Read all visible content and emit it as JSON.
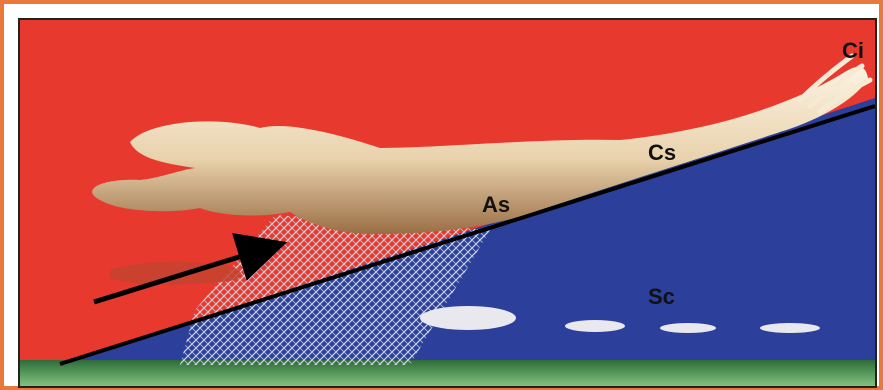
{
  "colors": {
    "warm_air": "#e8392e",
    "cold_air": "#2c3f9a",
    "ground": "#3a7a3a",
    "frame_border": "#e8793a",
    "front_line": "#000000",
    "cloud": "#f2e6cf",
    "cloud_shadow": "#8a6a4a"
  },
  "labels": {
    "ci": "Ci",
    "cs": "Cs",
    "as": "As",
    "sc": "Sc"
  },
  "icons": {
    "airflow": "arrow-icon"
  }
}
